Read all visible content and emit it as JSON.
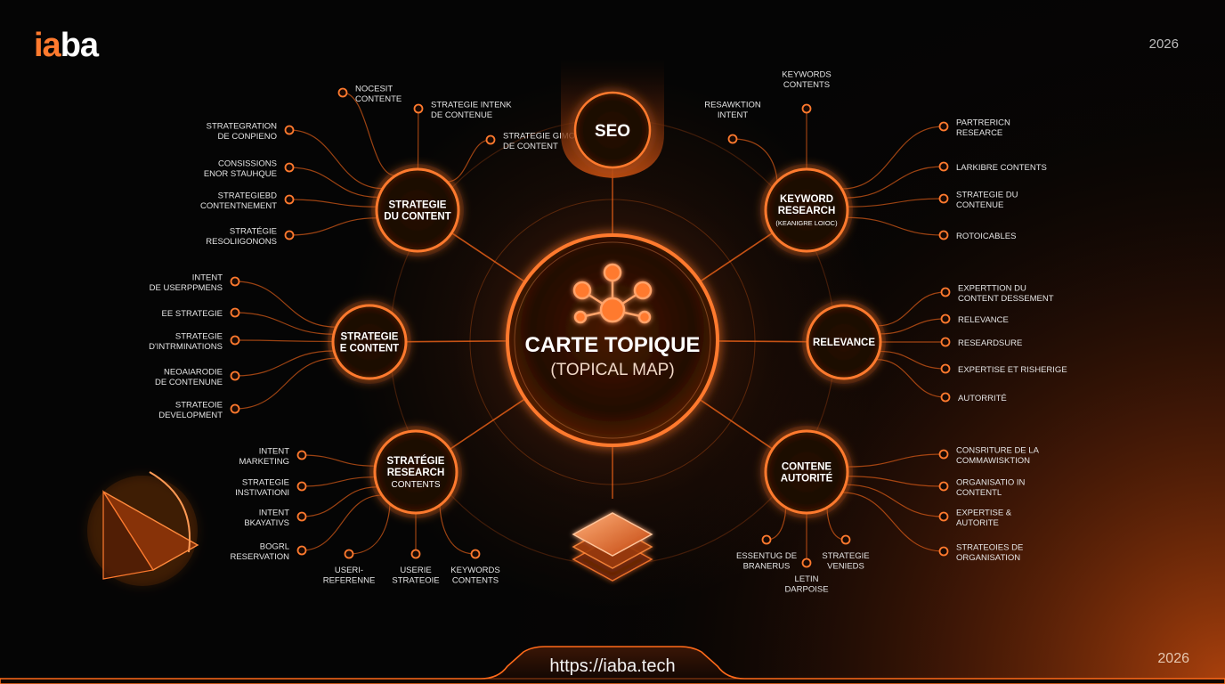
{
  "brand": {
    "logo_part1": "ia",
    "logo_part2": "ba"
  },
  "year_top": "2026",
  "year_bottom": "2026",
  "footer_url": "https://iaba.tech",
  "center": {
    "title": "CARTE TOPIQUE",
    "subtitle": "(TOPICAL MAP)",
    "icon": "network-nodes-icon"
  },
  "top_node": {
    "label": "SEO"
  },
  "colors": {
    "accent": "#ff6a1a",
    "glow": "#ff8a3d",
    "node_fill": "#1a0d06",
    "text": "#eaeaea"
  },
  "hubs": [
    {
      "id": "strategie-du-content",
      "lines": [
        "STRATEGIE",
        "DU CONTENT"
      ],
      "leaves": [
        {
          "lines": [
            "NOCESIT",
            "CONTENTE"
          ]
        },
        {
          "lines": [
            "STRATEGIE INTENK",
            "DE CONTENUE"
          ]
        },
        {
          "lines": [
            "STRATEGIE GIMONT",
            "DE CONTENT"
          ]
        },
        {
          "lines": [
            "STRATEGRATION",
            "DE CONPIENO"
          ]
        },
        {
          "lines": [
            "CONSISSIONS",
            "ENOR STAUHQUE"
          ]
        },
        {
          "lines": [
            "STRATEGIEBD",
            "CONTENTNEMENT"
          ]
        },
        {
          "lines": [
            "STRATÉGIE",
            "RESOLIIGONONS"
          ]
        }
      ]
    },
    {
      "id": "strategie-e-content",
      "lines": [
        "STRATEGIE",
        "E CONTENT"
      ],
      "leaves": [
        {
          "lines": [
            "INTENT",
            "DE USERPPMENS"
          ]
        },
        {
          "lines": [
            "EE STRATEGIE"
          ]
        },
        {
          "lines": [
            "STRATEGIE",
            "D'INTRMINATIONS"
          ]
        },
        {
          "lines": [
            "NEOAIARODIE",
            "DE CONTENUNE"
          ]
        },
        {
          "lines": [
            "STRATEOIE",
            "DEVELOPMENT"
          ]
        }
      ]
    },
    {
      "id": "strategie-research",
      "lines": [
        "STRATÉGIE",
        "RESEARCH",
        "CONTENTS"
      ],
      "leaves": [
        {
          "lines": [
            "INTENT",
            "MARKETING"
          ]
        },
        {
          "lines": [
            "STRATEGIE",
            "INSTIVATIONI"
          ]
        },
        {
          "lines": [
            "INTENT",
            "BKAYATIVS"
          ]
        },
        {
          "lines": [
            "BOGRL",
            "RESERVATION"
          ]
        },
        {
          "lines": [
            "USERI-",
            "REFERENNE"
          ]
        },
        {
          "lines": [
            "USERIE",
            "STRATEOIE"
          ]
        },
        {
          "lines": [
            "KEYWORDS",
            "CONTENTS"
          ]
        }
      ]
    },
    {
      "id": "keyword-research",
      "lines": [
        "KEYWORD",
        "RESEARCH",
        "(KEANIGRE LOIOC)"
      ],
      "leaves": [
        {
          "lines": [
            "RESAWKTION",
            "INTENT"
          ]
        },
        {
          "lines": [
            "KEYWORDS",
            "CONTENTS"
          ]
        },
        {
          "lines": [
            "PARTRERICN",
            "RESEARCE"
          ]
        },
        {
          "lines": [
            "LARKIBRE CONTENTS"
          ]
        },
        {
          "lines": [
            "STRATEGIE DU",
            "CONTENUE"
          ]
        },
        {
          "lines": [
            "ROTOICABLES"
          ]
        }
      ]
    },
    {
      "id": "relevance",
      "lines": [
        "RELEVANCE"
      ],
      "leaves": [
        {
          "lines": [
            "EXPERTTION DU",
            "CONTENT DESSEMENT"
          ]
        },
        {
          "lines": [
            "RELEVANCE"
          ]
        },
        {
          "lines": [
            "RESEARDSURE"
          ]
        },
        {
          "lines": [
            "EXPERTISE ET RISHERIGE"
          ]
        },
        {
          "lines": [
            "AUTORRITÉ"
          ]
        }
      ]
    },
    {
      "id": "contene-autorite",
      "lines": [
        "CONTENE",
        "AUTORITÉ"
      ],
      "leaves": [
        {
          "lines": [
            "CONSRITURE DE LA",
            "COMMAWISKTION"
          ]
        },
        {
          "lines": [
            "ORGANISATIO IN",
            "CONTENTL"
          ]
        },
        {
          "lines": [
            "EXPERTISE &",
            "AUTORITE"
          ]
        },
        {
          "lines": [
            "STRATEOIES DE",
            "ORGANISATION"
          ]
        },
        {
          "lines": [
            "ESSENTUG DE",
            "BRANERUS"
          ]
        },
        {
          "lines": [
            "LETIN",
            "DARPOISE"
          ]
        },
        {
          "lines": [
            "STRATEGIE",
            "VENIEDS"
          ]
        }
      ]
    }
  ]
}
